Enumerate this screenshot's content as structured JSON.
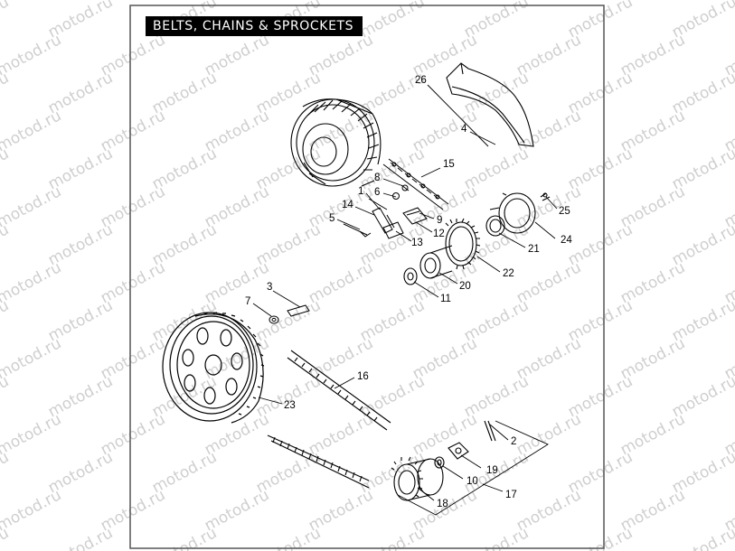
{
  "header": {
    "title": "BELTS, CHAINS & SPROCKETS"
  },
  "watermark": {
    "text": "motod.ru"
  },
  "colors": {
    "line": "#000000",
    "frame": "#555555",
    "watermark": "#cfcfcf",
    "title_bg": "#000000",
    "title_fg": "#ffffff"
  },
  "callouts": {
    "n1": "1",
    "n2": "2",
    "n3": "3",
    "n4": "4",
    "n5": "5",
    "n6": "6",
    "n7": "7",
    "n8": "8",
    "n9": "9",
    "n10": "10",
    "n11": "11",
    "n12": "12",
    "n13": "13",
    "n14": "14",
    "n15": "15",
    "n16": "16",
    "n17": "17",
    "n18": "18",
    "n19": "19",
    "n20": "20",
    "n21": "21",
    "n22": "22",
    "n23": "23",
    "n24": "24",
    "n25": "25",
    "n26": "26"
  }
}
